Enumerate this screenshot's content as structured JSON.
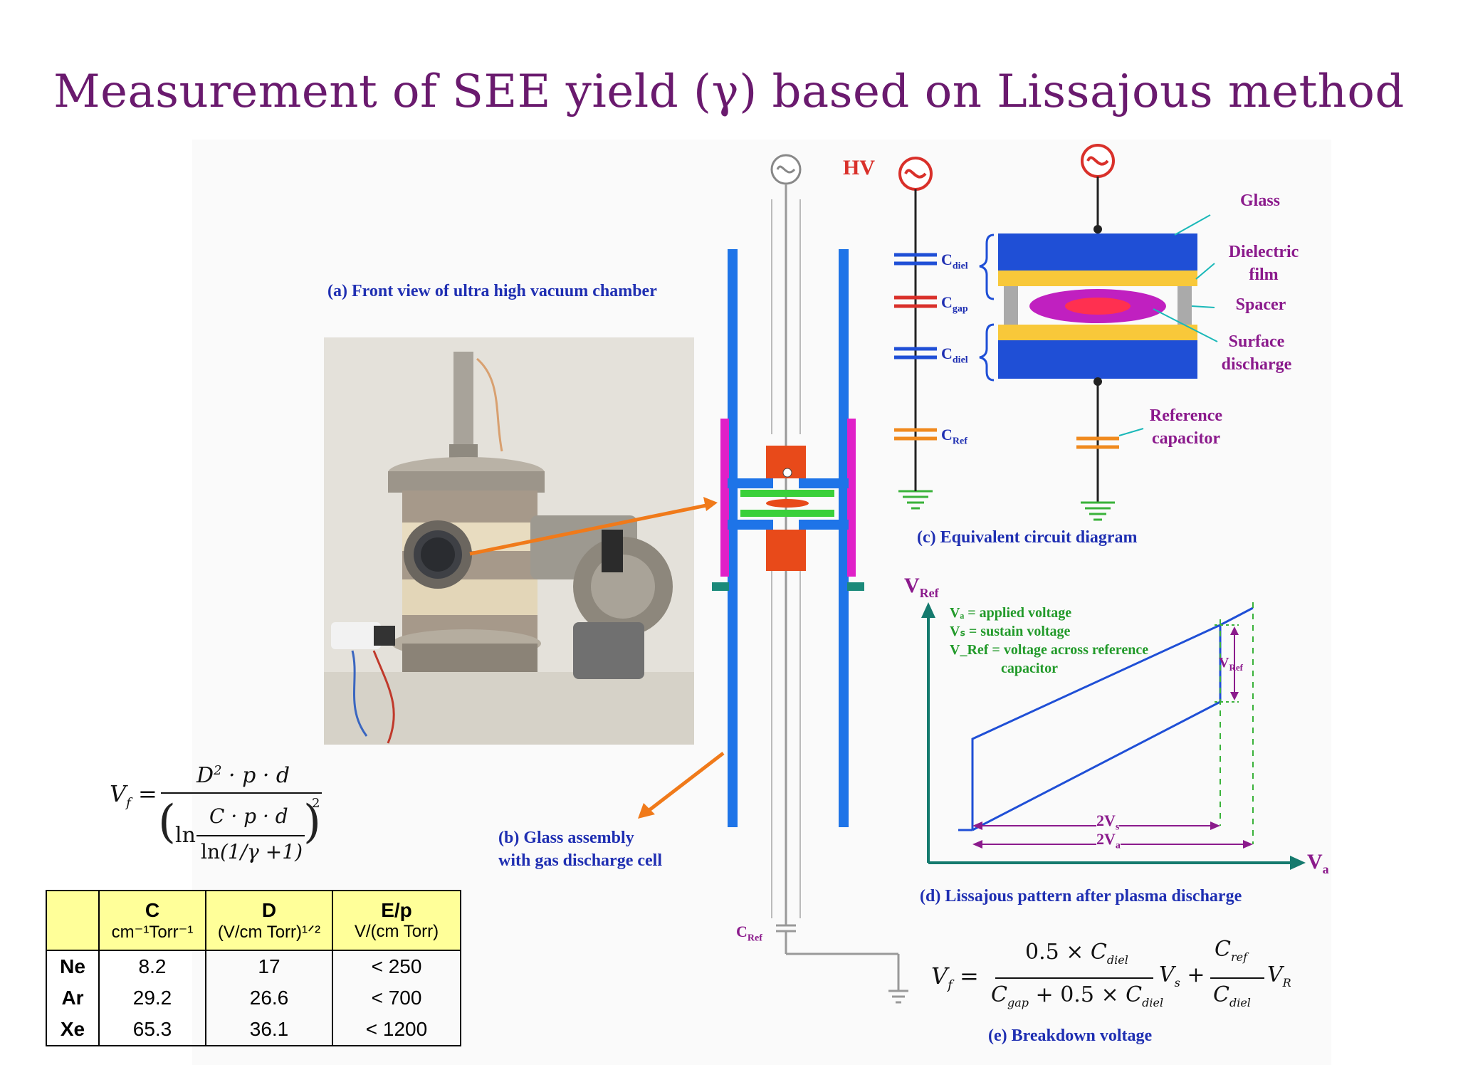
{
  "title": "Measurement of SEE yield (γ) based on Lissajous method",
  "captions": {
    "a": "(a) Front view of ultra high vacuum chamber",
    "b_line1": "(b)   Glass    assembly",
    "b_line2": "with gas discharge cell",
    "c": "(c) Equivalent circuit diagram",
    "d": "(d) Lissajous pattern after plasma discharge",
    "e": "(e) Breakdown voltage"
  },
  "labels": {
    "hv": "HV",
    "glass": "Glass",
    "dielectric_1": "Dielectric",
    "dielectric_2": "film",
    "spacer": "Spacer",
    "surface_1": "Surface",
    "surface_2": "discharge",
    "reference_1": "Reference",
    "reference_2": "capacitor",
    "c_diel": "C",
    "diel_sub": "diel",
    "c_gap": "C",
    "gap_sub": "gap",
    "c_ref": "C",
    "ref_sub": "Ref"
  },
  "lissajous": {
    "y_axis": "V",
    "y_sub": "Ref",
    "x_axis": "V",
    "x_sub": "a",
    "legend": [
      "Vₐ  = applied voltage",
      "Vₛ  = sustain voltage",
      "V_Ref = voltage across reference",
      "capacitor"
    ],
    "vref_label": "V",
    "vref_sub": "Ref",
    "two_vs": "2V",
    "vs_sub": "s",
    "two_va": "2V",
    "va_sub": "a"
  },
  "table": {
    "headers": [
      {
        "name": "C",
        "unit": "cm⁻¹Torr⁻¹"
      },
      {
        "name": "D",
        "unit": "(V/cm Torr)¹ᐟ²"
      },
      {
        "name": "E/p",
        "unit": "V/(cm Torr)"
      }
    ],
    "rows": [
      {
        "gas": "Ne",
        "c": "8.2",
        "d": "17",
        "ep": "< 250"
      },
      {
        "gas": "Ar",
        "c": "29.2",
        "d": "26.6",
        "ep": "< 700"
      },
      {
        "gas": "Xe",
        "c": "65.3",
        "d": "36.1",
        "ep": "< 1200"
      }
    ]
  },
  "colors": {
    "title": "#6a1a6e",
    "caption": "#1f2fb2",
    "label": "#8b1a8c",
    "legend": "#229a2a",
    "tube": "#1e74e8",
    "axis": "#157a6e",
    "arrow": "#f07a1a"
  }
}
